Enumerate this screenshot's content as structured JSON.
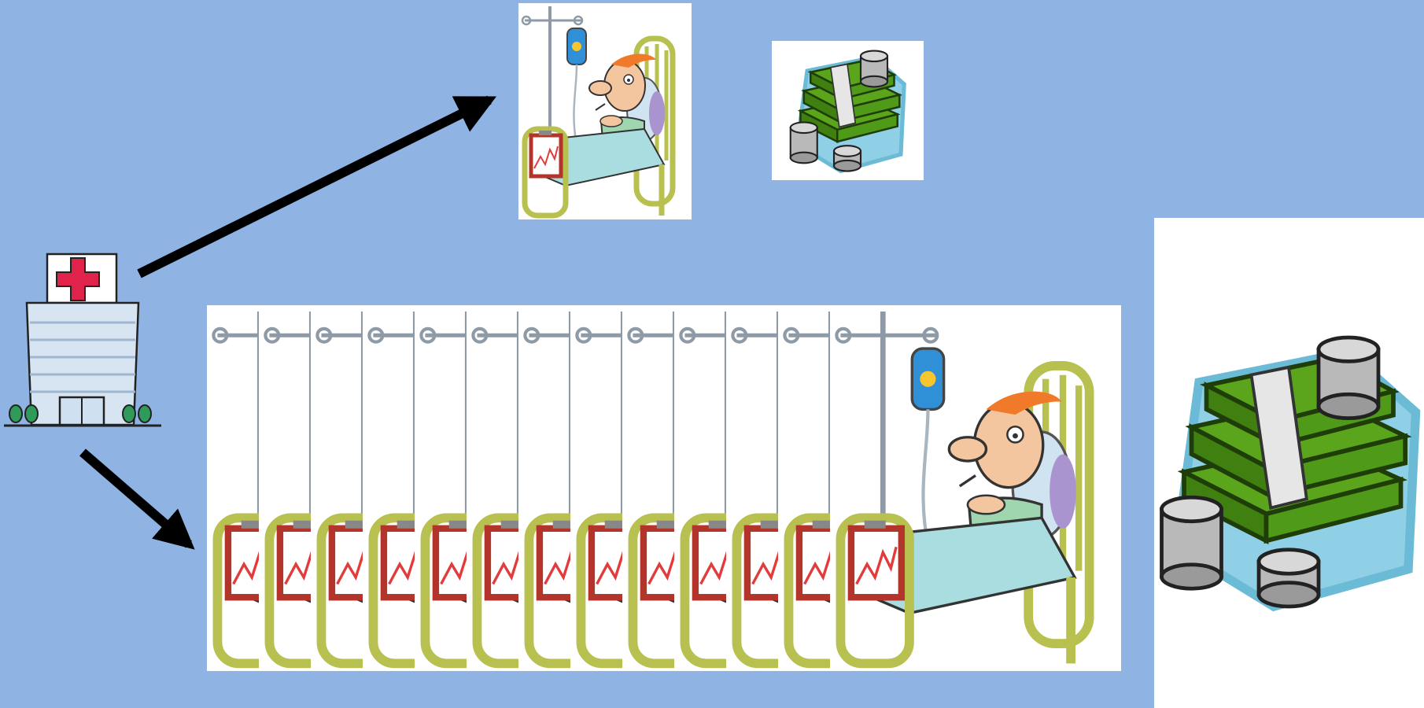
{
  "background_color": "#8fb3e3",
  "colors": {
    "arrow": "#000000",
    "hospital_cross": "#e0234a",
    "money_green": "#4f9a18",
    "bed_frame": "#c6cc6a",
    "blanket": "#a9dde0",
    "skin": "#f4c6a0",
    "hair": "#f07a2a",
    "coin": "#b9b9b9"
  },
  "icons": {
    "hospital": "hospital-icon",
    "single_patient": "patient-in-bed-icon",
    "small_money": "money-stack-icon",
    "many_patients": "patient-in-bed-icon",
    "large_money": "money-stack-icon"
  },
  "top_branch": {
    "patients": 1,
    "money_scale": "small"
  },
  "bottom_branch": {
    "patients": 13,
    "money_scale": "large"
  }
}
